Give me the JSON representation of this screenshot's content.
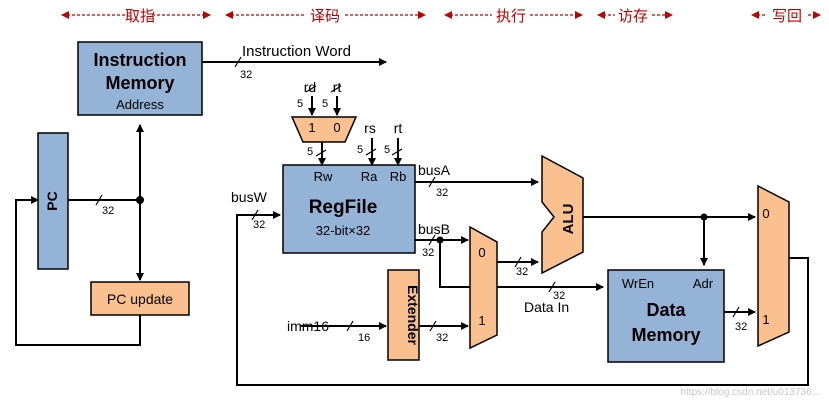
{
  "stages": {
    "fetch": "取指",
    "decode": "译码",
    "execute": "执行",
    "memory": "访存",
    "writeback": "写回"
  },
  "blocks": {
    "instruction_memory": {
      "line1": "Instruction",
      "line2": "Memory",
      "port": "Address"
    },
    "pc": "PC",
    "pc_update": "PC update",
    "regfile": {
      "title": "RegFile",
      "subtitle": "32-bit×32",
      "port_rw": "Rw",
      "port_ra": "Ra",
      "port_rb": "Rb"
    },
    "mux_sel": {
      "left": "1",
      "right": "0"
    },
    "extender": "Extender",
    "alu": "ALU",
    "mux_b": {
      "top": "0",
      "bottom": "1"
    },
    "data_memory": {
      "line1": "Data",
      "line2": "Memory",
      "port_wren": "WrEn",
      "port_adr": "Adr"
    },
    "mux_wb": {
      "top": "0",
      "bottom": "1"
    }
  },
  "signals": {
    "instruction_word": "Instruction Word",
    "rd": "rd",
    "rt": "rt",
    "rs": "rs",
    "busA": "busA",
    "busB": "busB",
    "busW": "busW",
    "imm16": "imm16",
    "data_in": "Data In"
  },
  "widths": {
    "w32": "32",
    "w5": "5",
    "w16": "16"
  },
  "watermark": "https://blog.csdn.net/u013736..."
}
